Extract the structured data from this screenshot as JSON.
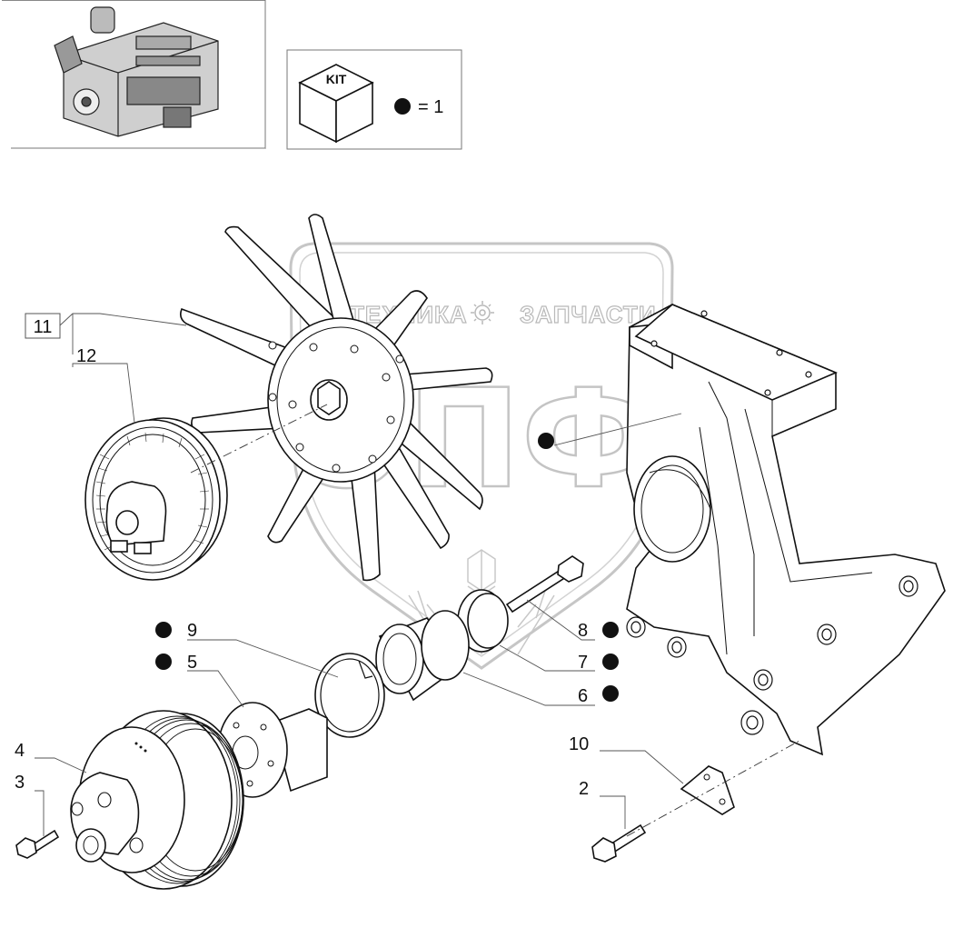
{
  "kit_box": {
    "kit_label": "KIT",
    "legend_text": "= 1"
  },
  "watermark": {
    "left_word": "ТЕХНИКА",
    "right_word": "ЗАПЧАСТИ",
    "big_text": "ЭПФ"
  },
  "callouts": {
    "c11": "11",
    "c12": "12",
    "c9": "9",
    "c5": "5",
    "c8": "8",
    "c7": "7",
    "c6": "6",
    "c4": "4",
    "c3": "3",
    "c10": "10",
    "c2": "2"
  }
}
